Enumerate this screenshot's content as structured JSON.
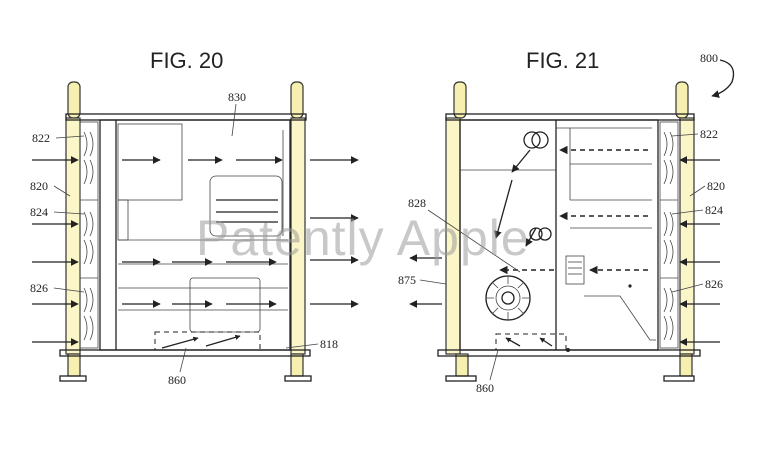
{
  "figures": {
    "left": {
      "title": "FIG. 20",
      "labels": {
        "l822": "822",
        "l820": "820",
        "l824": "824",
        "l826": "826",
        "l830": "830",
        "l818": "818",
        "l860": "860"
      }
    },
    "right": {
      "title": "FIG. 21",
      "labels": {
        "r800": "800",
        "r822": "822",
        "r820": "820",
        "r824": "824",
        "r826": "826",
        "r828": "828",
        "r875": "875",
        "r860": "860"
      }
    }
  },
  "watermark": "Patently Apple",
  "colors": {
    "frame_fill": "#fbf6c8",
    "line": "#222222",
    "watermark": "#9a9a9a"
  }
}
